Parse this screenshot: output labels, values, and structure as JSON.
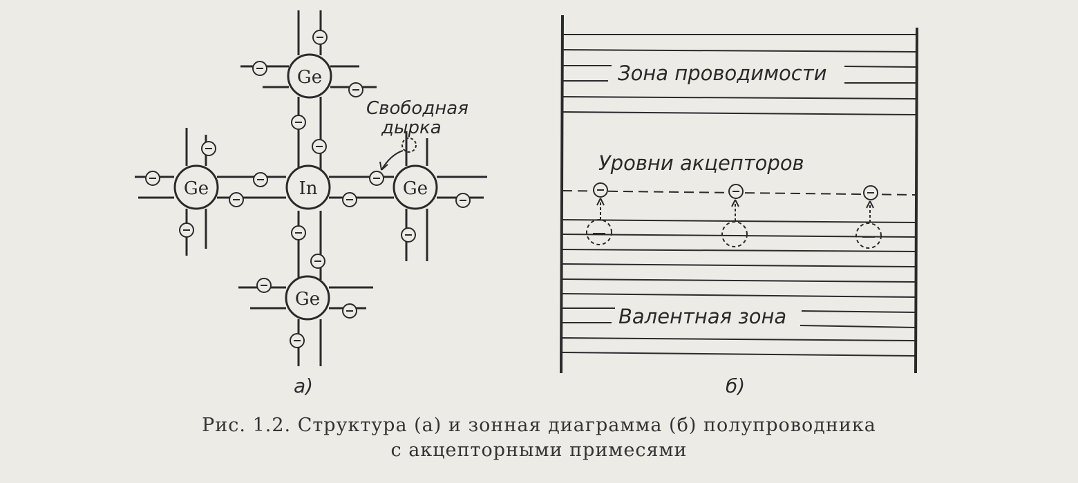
{
  "left_panel": {
    "atoms": {
      "center": "In",
      "top": "Ge",
      "left": "Ge",
      "right": "Ge",
      "bottom": "Ge"
    },
    "label_free_hole_line1": "Свободная",
    "label_free_hole_line2": "дырка",
    "sublabel": "а)"
  },
  "right_panel": {
    "conduction_band": "Зона проводимости",
    "acceptor_levels": "Уровни акцепторов",
    "valence_band": "Валентная зона",
    "sublabel": "б)"
  },
  "caption": {
    "line1": "Рис. 1.2. Структура (а) и зонная диаграмма (б) полупроводника",
    "line2": "с акцепторными примесями"
  }
}
